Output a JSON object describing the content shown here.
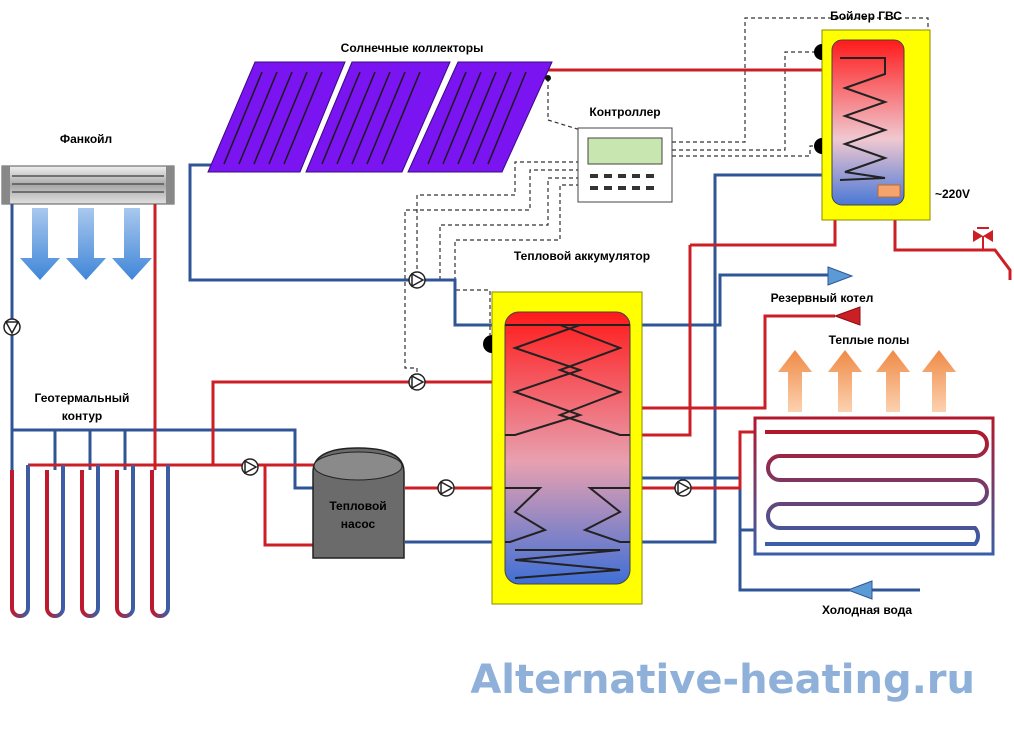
{
  "labels": {
    "solar_collectors": "Солнечные коллекторы",
    "dhw_boiler": "Бойлер  ГВС",
    "controller": "Контроллер",
    "fancoil": "Фанкойл",
    "heat_accumulator": "Тепловой аккумулятор",
    "backup_boiler": "Резервный котел",
    "floor_heating": "Теплые полы",
    "geothermal_line1": "Геотермальный",
    "geothermal_line2": "контур",
    "heat_pump_line1": "Тепловой",
    "heat_pump_line2": "насос",
    "cold_water": "Холодная вода",
    "voltage": "~220V"
  },
  "watermark": "Alternative-heating.ru",
  "colors": {
    "hot_pipe": "#cc1f25",
    "cold_pipe": "#2f5597",
    "collector": "#7a14f0",
    "tank_jacket": "#ffff00",
    "watermark": "#8fb0d9",
    "heat_pump_body": "#6b6b6b",
    "fan_arrow": "#5b9bd5",
    "floor_arrow": "#f4a46c"
  },
  "icons": {
    "pump": "pump-icon",
    "valve": "valve-icon",
    "sensor": "temperature-sensor-icon"
  }
}
